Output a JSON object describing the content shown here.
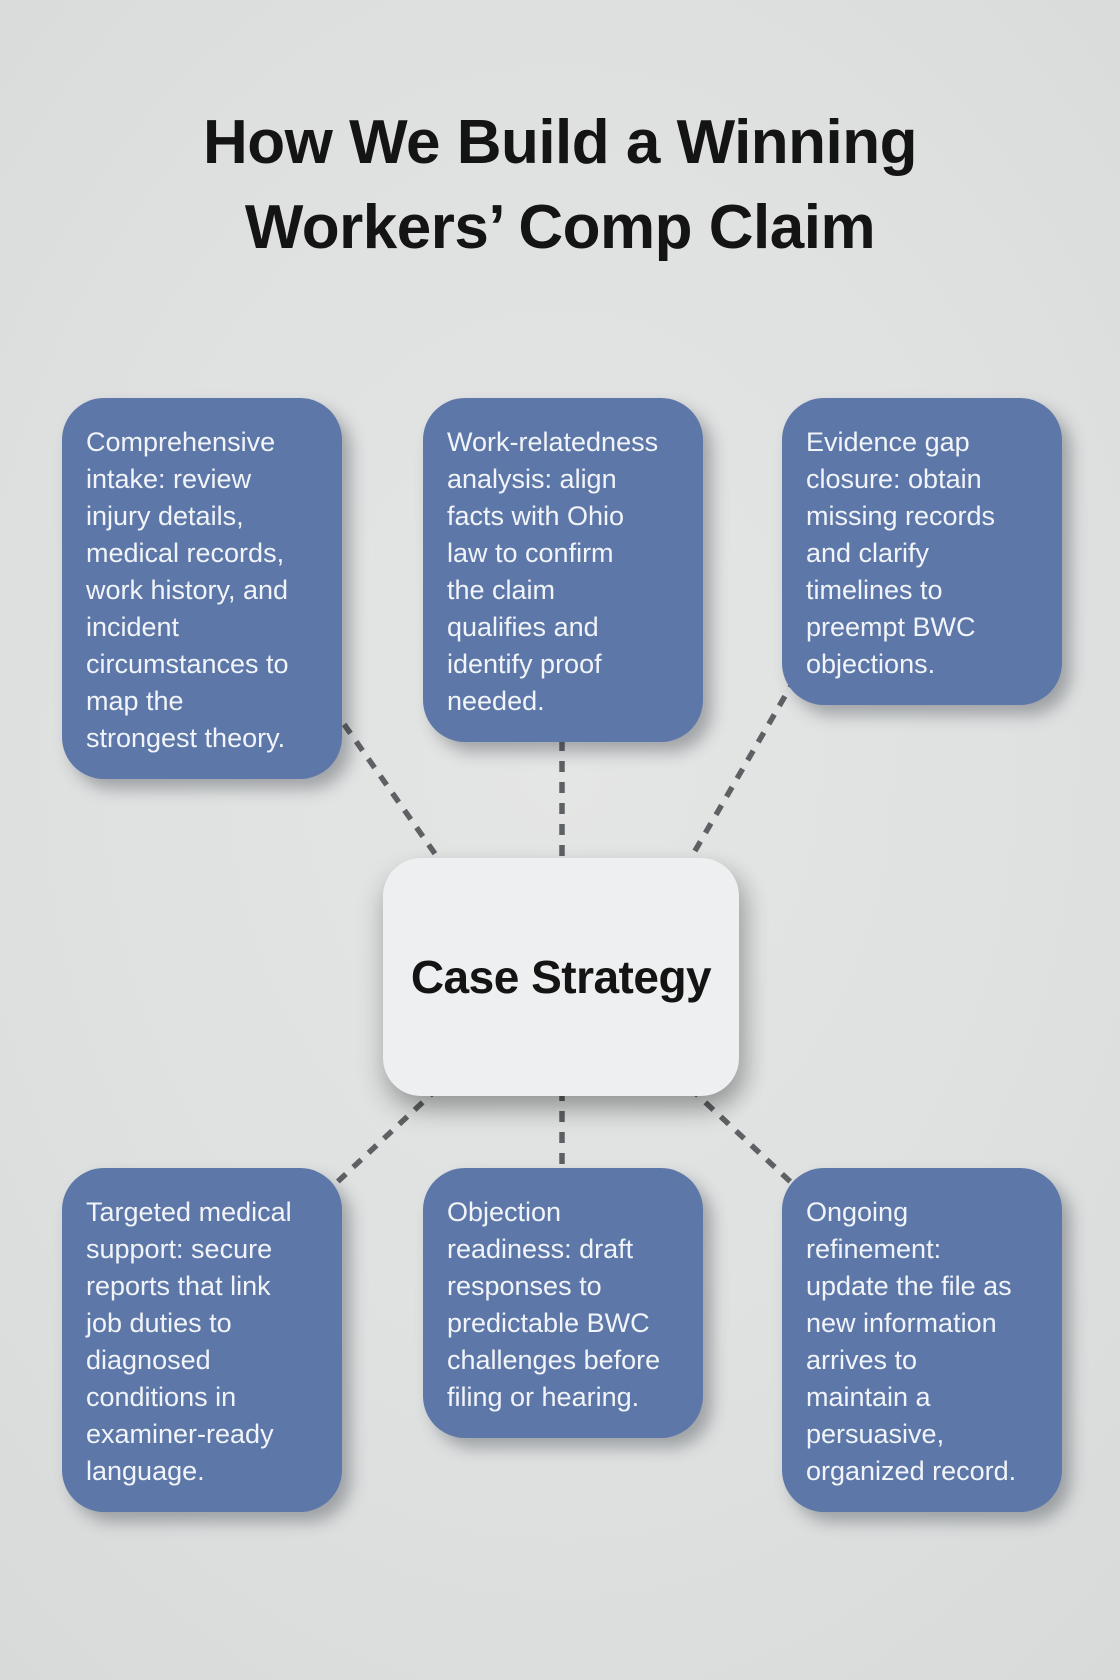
{
  "title": {
    "line1": "How We Build a Winning",
    "line2": "Workers’ Comp Claim"
  },
  "center": {
    "label": "Case Strategy"
  },
  "nodes": [
    {
      "id": "comprehensive-intake",
      "text": "Comprehensive\nintake: review\ninjury details,\nmedical records,\nwork history, and\nincident\ncircumstances to\nmap the\nstrongest theory."
    },
    {
      "id": "work-relatedness-analysis",
      "text": "Work-relatedness\nanalysis: align\nfacts with Ohio\nlaw to confirm\nthe claim\nqualifies and\nidentify proof\nneeded."
    },
    {
      "id": "evidence-gap-closure",
      "text": "Evidence gap\nclosure: obtain\nmissing records\nand clarify\ntimelines to\npreempt BWC\nobjections."
    },
    {
      "id": "targeted-medical-support",
      "text": "Targeted medical\nsupport: secure\nreports that link\njob duties to\ndiagnosed\nconditions in\nexaminer-ready\nlanguage."
    },
    {
      "id": "objection-readiness",
      "text": "Objection\nreadiness: draft\nresponses to\npredictable BWC\nchallenges before\nfiling or hearing."
    },
    {
      "id": "ongoing-refinement",
      "text": "Ongoing\nrefinement:\nupdate the file as\nnew information\narrives to\nmaintain a\npersuasive,\norganized record."
    }
  ],
  "colors": {
    "background": "#dfe1e1",
    "node_fill": "#5d77a8",
    "node_text": "#f1f4f8",
    "center_fill": "#edeff0",
    "center_text": "#141414",
    "title_text": "#141414",
    "connector": "#5e6164"
  }
}
